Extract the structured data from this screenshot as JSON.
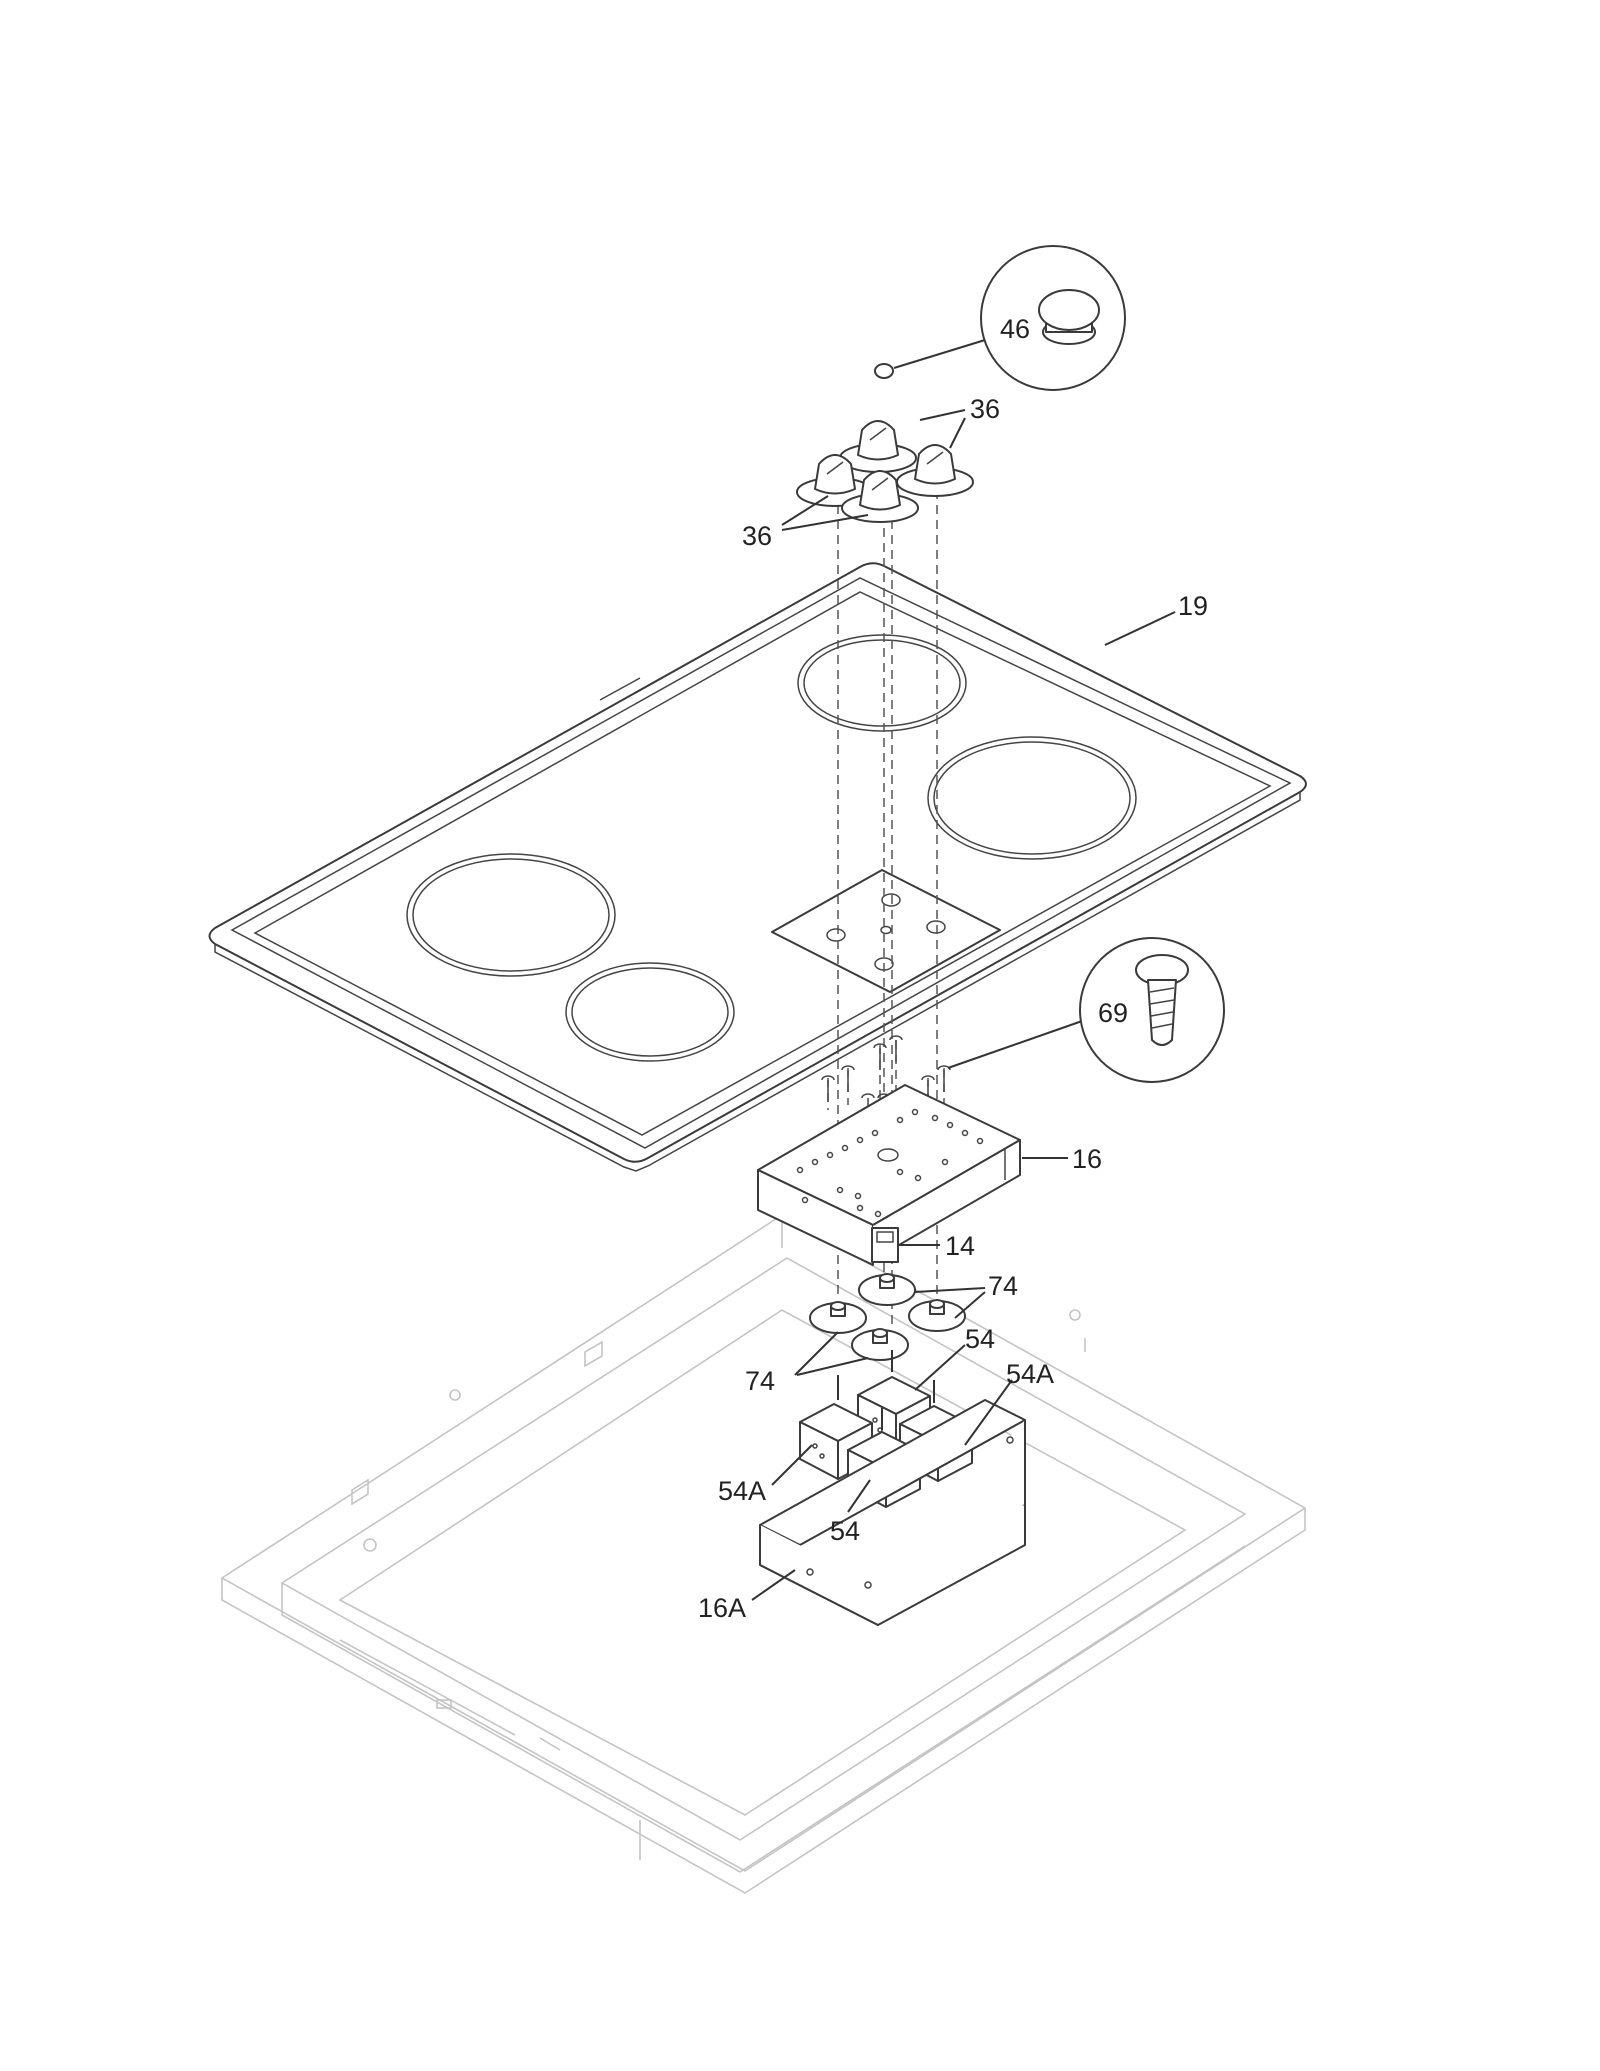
{
  "diagram": {
    "type": "exploded-parts-diagram",
    "callouts": [
      {
        "id": "c46",
        "text": "46"
      },
      {
        "id": "c36a",
        "text": "36"
      },
      {
        "id": "c36b",
        "text": "36"
      },
      {
        "id": "c19",
        "text": "19"
      },
      {
        "id": "c69",
        "text": "69"
      },
      {
        "id": "c16",
        "text": "16"
      },
      {
        "id": "c14",
        "text": "14"
      },
      {
        "id": "c74a",
        "text": "74"
      },
      {
        "id": "c74b",
        "text": "74"
      },
      {
        "id": "c54a",
        "text": "54"
      },
      {
        "id": "c54Aa",
        "text": "54A"
      },
      {
        "id": "c54Ab",
        "text": "54A"
      },
      {
        "id": "c54b",
        "text": "54"
      },
      {
        "id": "c16A",
        "text": "16A"
      }
    ]
  }
}
